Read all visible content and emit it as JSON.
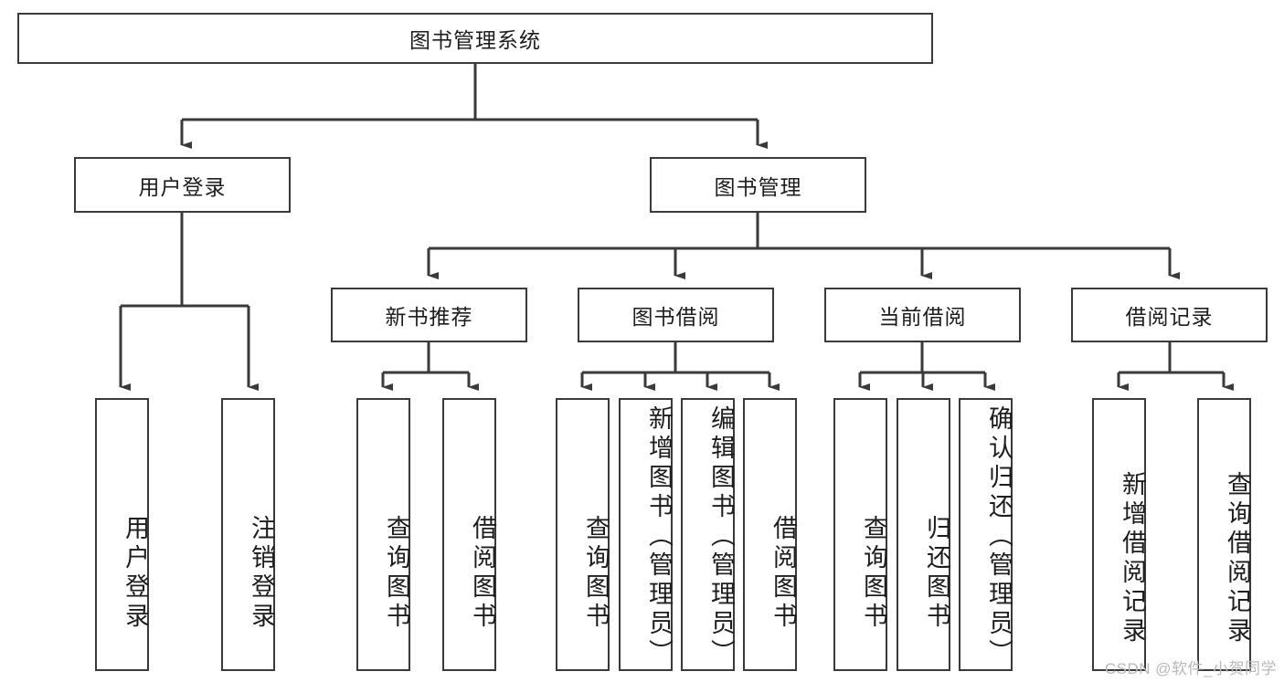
{
  "diagram": {
    "title": "图书管理系统",
    "root": {
      "label": "图书管理系统"
    },
    "level1": [
      {
        "label": "用户登录"
      },
      {
        "label": "图书管理"
      }
    ],
    "level2": [
      {
        "label": "新书推荐"
      },
      {
        "label": "图书借阅"
      },
      {
        "label": "当前借阅"
      },
      {
        "label": "借阅记录"
      }
    ],
    "leaves": {
      "user_login": [
        {
          "label": "用户登录"
        },
        {
          "label": "注销登录"
        }
      ],
      "new_book": [
        {
          "label": "查询图书"
        },
        {
          "label": "借阅图书"
        }
      ],
      "book_borrow": [
        {
          "label": "查询图书"
        },
        {
          "label": "新增图书（管理员）"
        },
        {
          "label": "编辑图书（管理员）"
        },
        {
          "label": "借阅图书"
        }
      ],
      "current_borrow": [
        {
          "label": "查询图书"
        },
        {
          "label": "归还图书"
        },
        {
          "label": "确认归还（管理员）"
        }
      ],
      "borrow_record": [
        {
          "label": "新增借阅记录"
        },
        {
          "label": "查询借阅记录"
        }
      ]
    }
  },
  "watermark": {
    "text": "CSDN @软件_小贺同学"
  },
  "colors": {
    "stroke": "#3a3a3a",
    "background": "#ffffff",
    "text": "#1d1d1d",
    "watermark": "#b9b9b9"
  }
}
